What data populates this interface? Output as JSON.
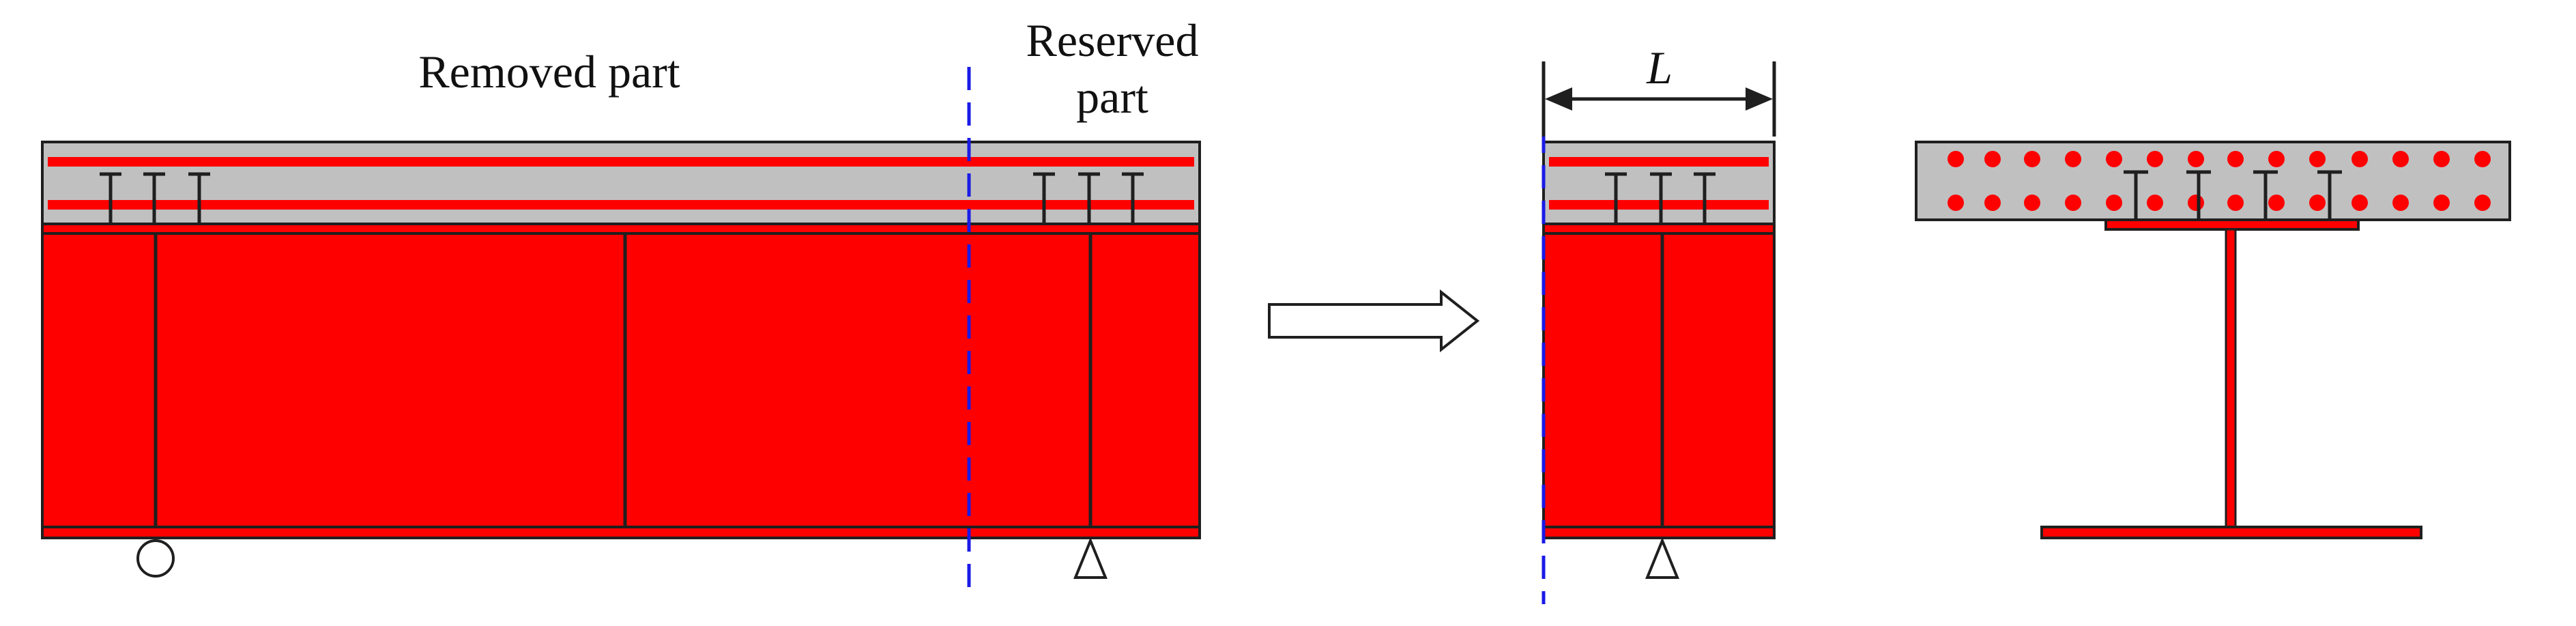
{
  "labels": {
    "removed_part": "Removed part",
    "reserved_line1": "Reserved",
    "reserved_line2": "part",
    "length": "L"
  },
  "icons": {
    "arrow": "hollow-right-arrow",
    "pin_support": "triangle",
    "roller_support": "circle"
  },
  "colors": {
    "steel": "#FF0000",
    "concrete": "#C0C0C0",
    "outline": "#1F1F1F",
    "cut_line": "#1A1AE6",
    "rebar": "#FF0000"
  }
}
